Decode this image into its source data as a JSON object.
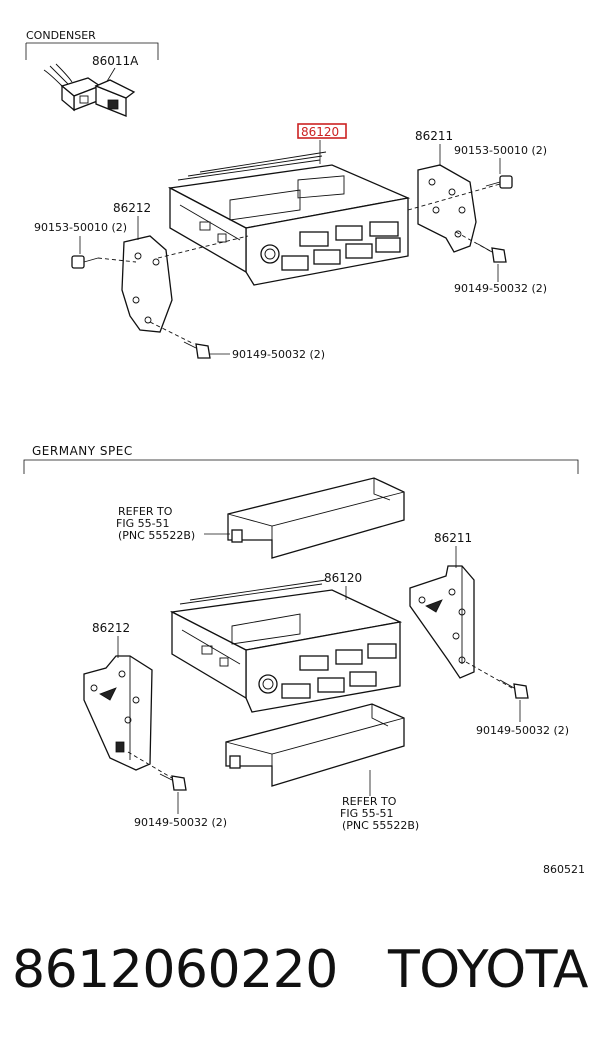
{
  "section_top": {
    "condenser_label": "CONDENSER",
    "callouts": {
      "condenser_part": "86011A",
      "radio_unit": "86120",
      "bracket_right": "86211",
      "bracket_left": "86212",
      "screw_right": "90153-50010 (2)",
      "screw_left": "90153-50010 (2)",
      "bolt_right": "90149-50032 (2)",
      "bolt_left": "90149-50032 (2)"
    },
    "highlighted_part": "86120",
    "highlight_color": "#cc2222"
  },
  "section_germany": {
    "title": "GERMANY SPEC",
    "callouts": {
      "radio_unit": "86120",
      "bracket_right": "86211",
      "bracket_left": "86212",
      "bolt_right": "90149-50032 (2)",
      "bolt_left": "90149-50032 (2)"
    },
    "refer_top": [
      "REFER TO",
      "FIG 55-51",
      "(PNC 55522B)"
    ],
    "refer_bottom": [
      "REFER TO",
      "FIG 55-51",
      "(PNC 55522B)"
    ]
  },
  "figure_code": "860521",
  "footer": {
    "part_number": "8612060220",
    "brand": "TOYOTA"
  }
}
